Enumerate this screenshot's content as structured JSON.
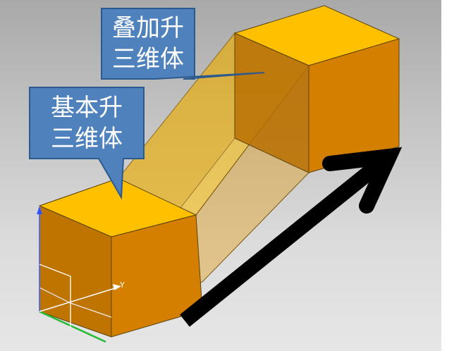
{
  "scene": {
    "background_top": "#a9a9a9",
    "background_bottom": "#e6e6e6",
    "block_fill_light": "#ffc000",
    "block_fill_dark": "#d47f00",
    "edge_color": "#333333",
    "arrow_color": "#000000"
  },
  "callouts": {
    "top": {
      "lines": [
        "叠加升",
        "三维体"
      ],
      "text": "叠加升\n三维体",
      "fill": "#4f81bd",
      "border": "#2c5a8f"
    },
    "left": {
      "lines": [
        "基本升",
        "三维体"
      ],
      "text": "基本升\n三维体",
      "fill": "#4f81bd",
      "border": "#2c5a8f"
    }
  },
  "triad": {
    "y_label": "Y",
    "z_color": "#3355ff",
    "x_color": "#22bb33",
    "y_color": "#ffffff"
  },
  "icons": [
    "direction-arrow-icon",
    "coordinate-triad-icon"
  ]
}
